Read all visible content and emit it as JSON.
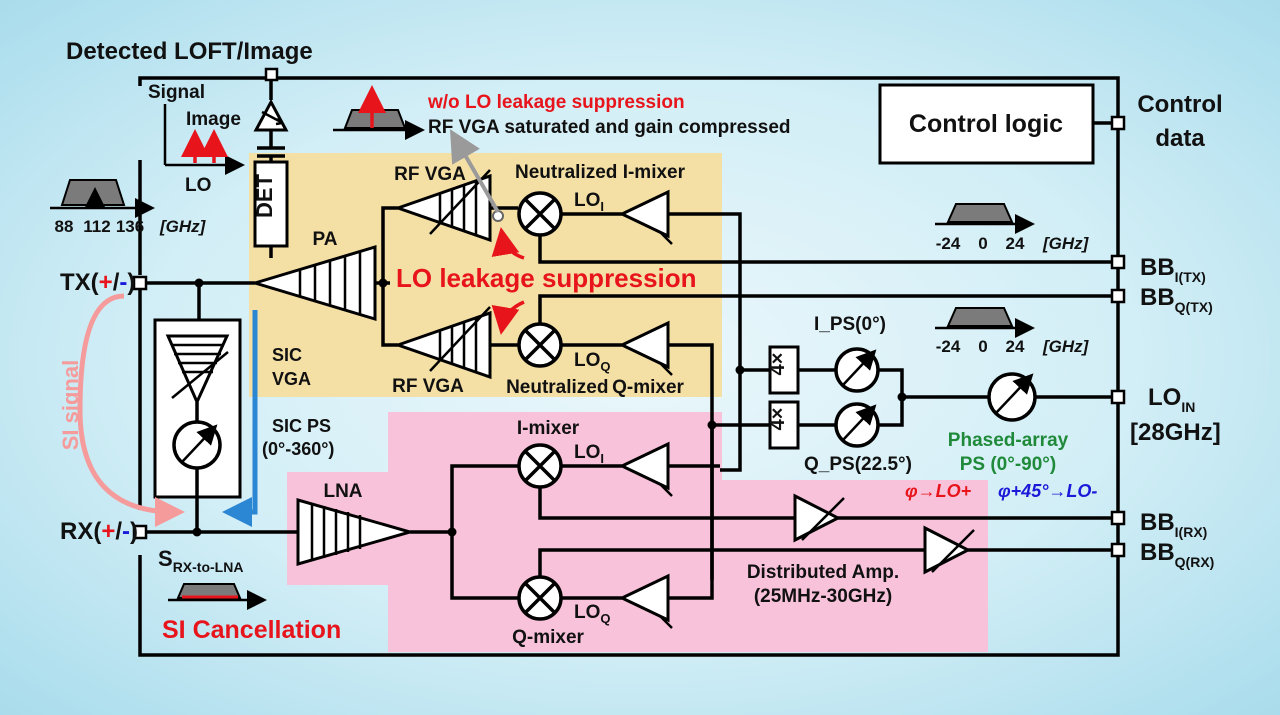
{
  "title": "Detected LOFT/Image",
  "colors": {
    "accent_red": "#e8141c",
    "accent_blue": "#1a1ad8",
    "accent_green": "#1f8a3a",
    "tx_region": "#f4dfa5",
    "rx_region": "#f8c3da",
    "si_signal_arrow": "#f59b9b",
    "sic_arrow": "#2b86d4"
  },
  "labels": {
    "signal": "Signal",
    "image": "Image",
    "lo": "LO",
    "spectrum_ticks_rf": [
      "88",
      "112",
      "136"
    ],
    "ghz_unit": "[GHz]",
    "det": "DET",
    "pa": "PA",
    "rf_vga_top": "RF VGA",
    "rf_vga_bottom": "RF VGA",
    "neutralized_i_mixer": "Neutralized I-mixer",
    "neutralized_q_mixer_prefix": "Neutralized",
    "neutralized_q_mixer_suffix": "Q-mixer",
    "lo_i_main": "LO",
    "lo_i_sub": "I",
    "lo_q_main": "LO",
    "lo_q_sub": "Q",
    "wo_leakage": "w/o LO leakage suppression",
    "vga_saturated": "RF VGA  saturated and gain compressed",
    "lo_leakage_suppression": "LO leakage suppression",
    "control_logic": "Control logic",
    "control_data_1": "Control",
    "control_data_2": "data",
    "tx_label": "TX(",
    "rx_label": "RX(",
    "plus": "+",
    "slash": "/",
    "minus": "-",
    "close_paren": ")",
    "sic_vga_1": "SIC",
    "sic_vga_2": "VGA",
    "sic_ps_1": "SIC PS",
    "sic_ps_2": "(0°-360°)",
    "si_signal": "SI signal",
    "s_main": "S",
    "s_sub": "RX-to-LNA",
    "si_cancellation": "SI Cancellation",
    "lna": "LNA",
    "i_mixer": "I-mixer",
    "q_mixer": "Q-mixer",
    "bb_ticks": [
      "-24",
      "0",
      "24"
    ],
    "i_ps": "I_PS(0°)",
    "q_ps": "Q_PS(22.5°)",
    "mult": "4×",
    "phased_array_1": "Phased-array",
    "phased_array_2": "PS (0°-90°)",
    "phi_lo_plus": "φ→LO+",
    "phi_lo_minus": "φ+45°→LO-",
    "distributed_amp_1": "Distributed Amp.",
    "distributed_amp_2": "(25MHz-30GHz)",
    "bb_main": "BB",
    "bb_i_tx_sub": "I(TX)",
    "bb_q_tx_sub": "Q(TX)",
    "bb_i_rx_sub": "I(RX)",
    "bb_q_rx_sub": "Q(RX)",
    "lo_in_main": "LO",
    "lo_in_sub": "IN",
    "lo_in_freq": "[28GHz]"
  }
}
